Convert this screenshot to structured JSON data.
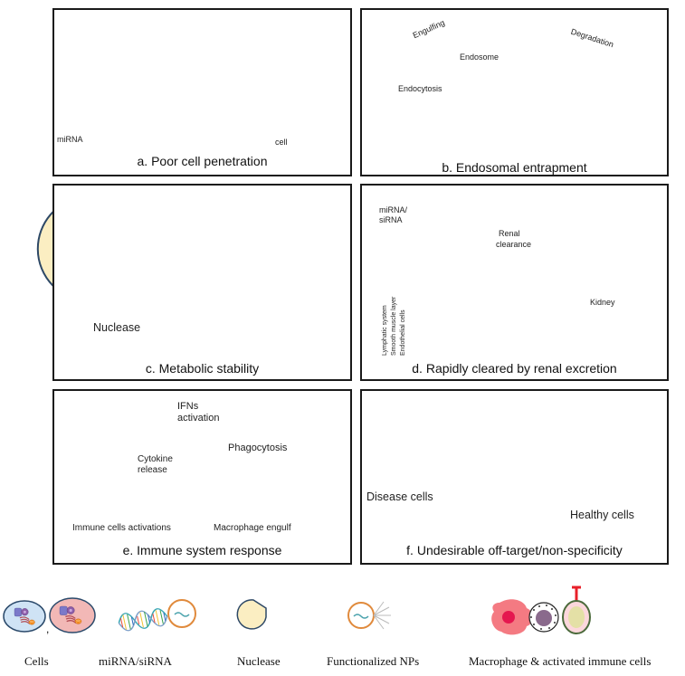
{
  "panels": {
    "a": {
      "caption": "a. Poor cell penetration",
      "labels": {
        "mirna": "miRNA",
        "cell": "cell"
      }
    },
    "b": {
      "caption": "b. Endosomal entrapment",
      "labels": {
        "endocytosis": "Endocytosis",
        "engulfing": "Engulfing",
        "endosome": "Endosome",
        "degradation": "Degradation"
      }
    },
    "c": {
      "caption": "c. Metabolic stability",
      "labels": {
        "nuclease": "Nuclease"
      }
    },
    "d": {
      "caption": "d. Rapidly cleared by renal excretion",
      "labels": {
        "mirna_sirna_line1": "miRNA/",
        "mirna_sirna_line2": "siRNA",
        "renal_line1": "Renal",
        "renal_line2": "clearance",
        "kidney": "Kidney",
        "lymphatic": "Lymphatic system",
        "smooth_muscle": "Smooth muscle layer",
        "endothelial": "Endothelial cells"
      }
    },
    "e": {
      "caption": "e. Immune system response",
      "labels": {
        "ifns_line1": "IFNs",
        "ifns_line2": "activation",
        "cytokine_line1": "Cytokine",
        "cytokine_line2": "release",
        "phagocytosis": "Phagocytosis",
        "immune_cells": "Immune cells activations",
        "macrophage": "Macrophage engulf"
      }
    },
    "f": {
      "caption": "f. Undesirable off-target/non-specificity",
      "labels": {
        "disease": "Disease cells",
        "healthy": "Healthy cells"
      }
    }
  },
  "legend": [
    "Cells",
    "miRNA/siRNA",
    "Nuclease",
    "Functionalized NPs",
    "Macrophage & activated immune cells"
  ],
  "colors": {
    "cell_fill": "#cfe3f5",
    "cell_stroke": "#2b4a6b",
    "inhibit": "#e8202a",
    "nuclease": "#fbeec2",
    "disease": "#f2b8b6",
    "healthy": "#b9ddb1",
    "kidney": "#c4462e",
    "vessel_orange": "#e37b3a",
    "vessel_green": "#7ac943",
    "np_stroke": "#e08a3c"
  }
}
